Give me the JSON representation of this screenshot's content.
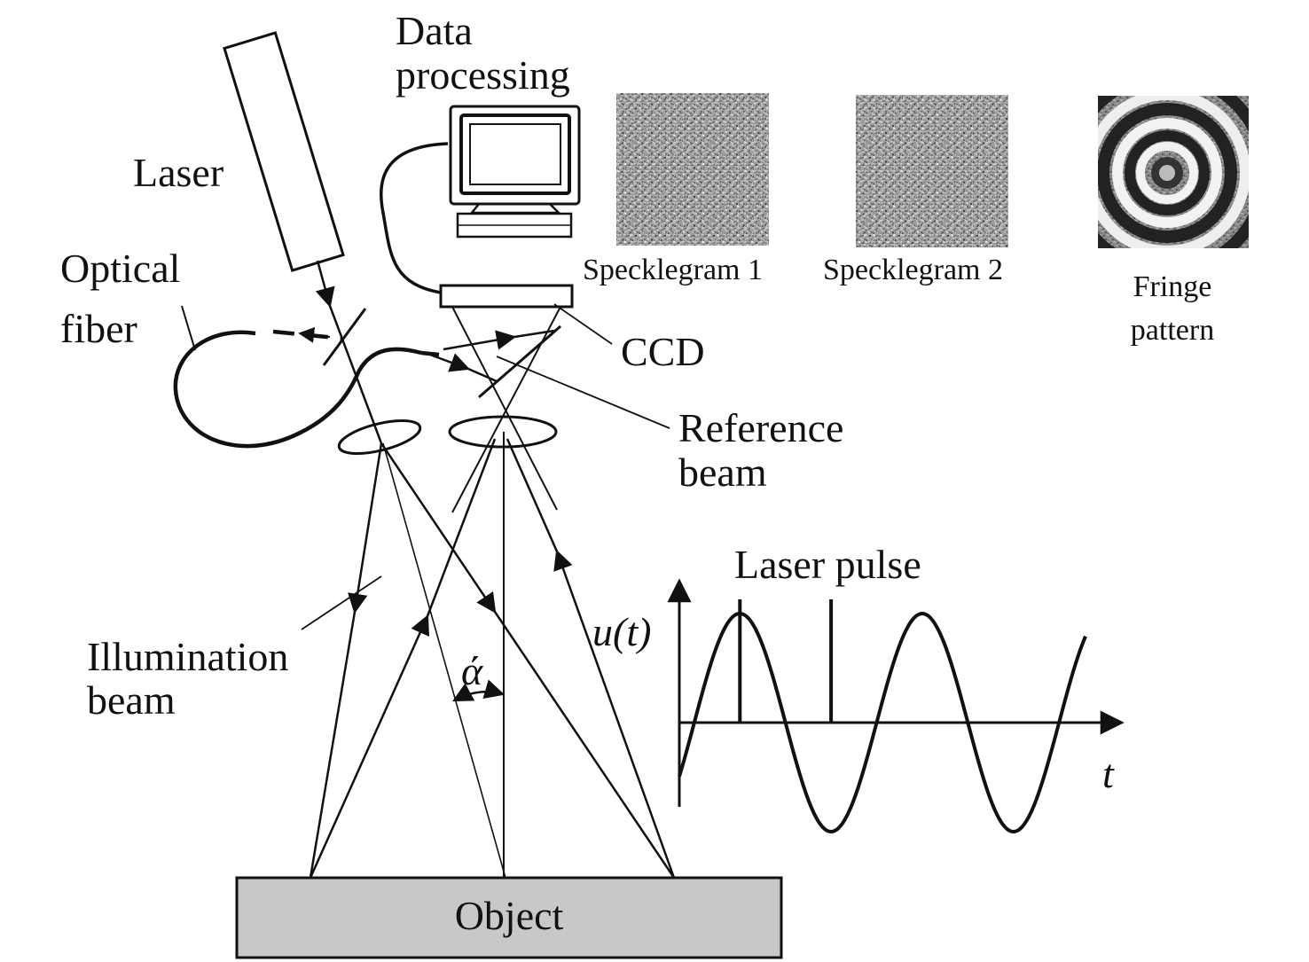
{
  "labels": {
    "data_processing_line1": "Data",
    "data_processing_line2": "processing",
    "laser": "Laser",
    "optical_fiber_line1": "Optical",
    "optical_fiber_line2": "fiber",
    "ccd": "CCD",
    "reference_beam_line1": "Reference",
    "reference_beam_line2": "beam",
    "illumination_beam_line1": "Illumination",
    "illumination_beam_line2": "beam",
    "object": "Object",
    "alpha": "ά",
    "laser_pulse": "Laser pulse",
    "u_of_t": "u(t)",
    "t_axis": "t",
    "specklegram_1": "Specklegram 1",
    "specklegram_2": "Specklegram 2",
    "fringe_pattern_line1": "Fringe",
    "fringe_pattern_line2": "pattern"
  },
  "colors": {
    "stroke": "#111111",
    "object_fill": "#c8c8c8",
    "background": "#ffffff"
  },
  "signal": {
    "cycles": 2,
    "pulses_at_phase_deg": [
      90,
      270
    ]
  }
}
